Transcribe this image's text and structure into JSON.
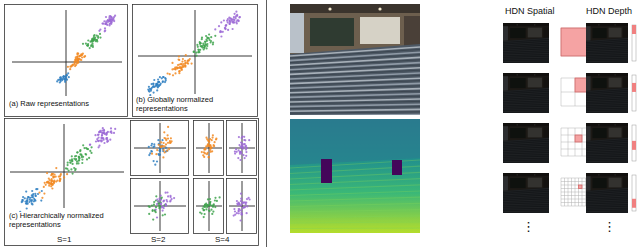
{
  "diagram": {
    "labels": [
      "(a) Raw representations",
      "(b) Globally normalized representations",
      "(c) Hierarchically normalized representations",
      "S=1",
      "S=2",
      "S=4",
      "HDN Spatial",
      "HDN Depth",
      "⋮",
      "⋮"
    ]
  }
}
